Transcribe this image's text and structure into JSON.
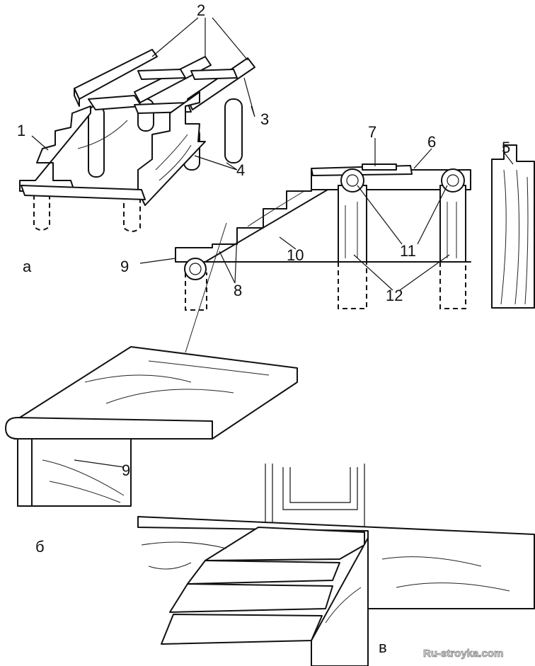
{
  "labels": {
    "n1": "1",
    "n2": "2",
    "n3": "3",
    "n4": "4",
    "n5": "5",
    "n6": "6",
    "n7": "7",
    "n8": "8",
    "n9a": "9",
    "n9b": "9",
    "n10": "10",
    "n11": "11",
    "n12": "12",
    "part_a": "а",
    "part_b": "б",
    "part_v": "в"
  },
  "watermark": "Ru-stroyka.com"
}
